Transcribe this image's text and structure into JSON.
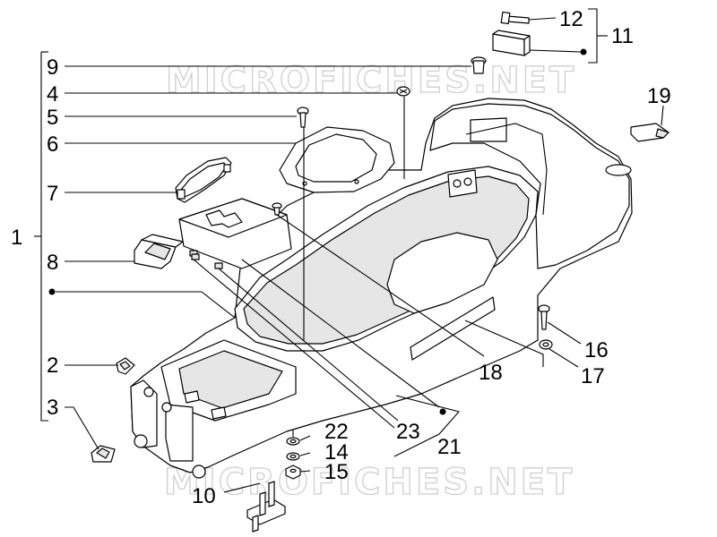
{
  "watermark": {
    "text": "MICROFICHES.NET"
  },
  "callouts": {
    "c1": "1",
    "c2": "2",
    "c3": "3",
    "c4": "4",
    "c5": "5",
    "c6": "6",
    "c7": "7",
    "c8": "8",
    "c9": "9",
    "c10": "10",
    "c11": "11",
    "c12": "12",
    "c14": "14",
    "c15": "15",
    "c16": "16",
    "c17": "17",
    "c18": "18",
    "c19": "19",
    "c21": "21",
    "c22": "22",
    "c23": "23"
  }
}
